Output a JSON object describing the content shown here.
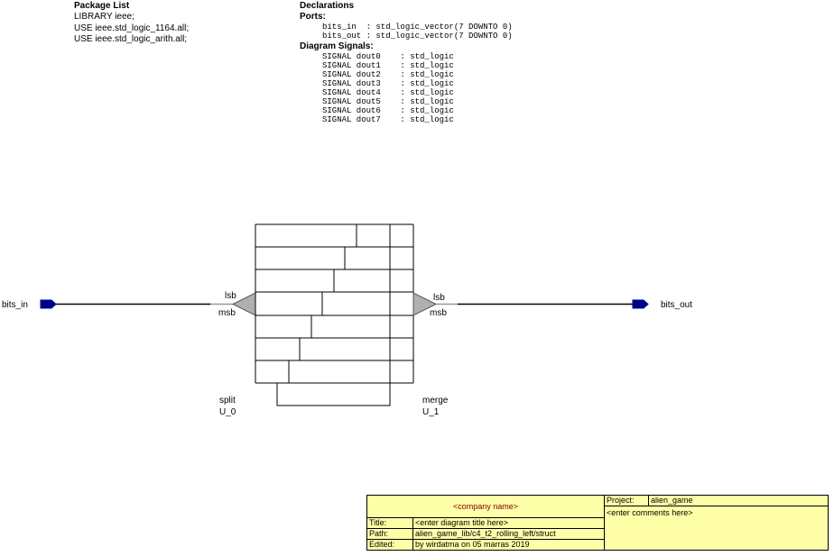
{
  "package_list": {
    "title": "Package List",
    "lines": [
      "LIBRARY ieee;",
      "USE ieee.std_logic_1164.all;",
      "USE ieee.std_logic_arith.all;"
    ]
  },
  "declarations": {
    "title": "Declarations",
    "ports_title": "Ports:",
    "ports": [
      "bits_in  : std_logic_vector(7 DOWNTO 0)",
      "bits_out : std_logic_vector(7 DOWNTO 0)"
    ],
    "signals_title": "Diagram Signals:",
    "signals": [
      "SIGNAL dout0    : std_logic",
      "SIGNAL dout1    : std_logic",
      "SIGNAL dout2    : std_logic",
      "SIGNAL dout3    : std_logic",
      "SIGNAL dout4    : std_logic",
      "SIGNAL dout5    : std_logic",
      "SIGNAL dout6    : std_logic",
      "SIGNAL dout7    : std_logic"
    ]
  },
  "ports": {
    "input": "bits_in",
    "output": "bits_out"
  },
  "split": {
    "name": "split",
    "instance": "U_0",
    "lsb": "lsb",
    "msb": "msb"
  },
  "merge": {
    "name": "merge",
    "instance": "U_1",
    "lsb": "lsb",
    "msb": "msb"
  },
  "colors": {
    "port_fill": "#00008b",
    "ripper_fill": "#b0b0b0",
    "title_block_fill": "#ffffa8",
    "company_text": "#800000"
  },
  "title_block": {
    "company": "<company name>",
    "project_label": "Project:",
    "project_value": "alien_game",
    "comments": "<enter comments here>",
    "title_label": "Title:",
    "title_value": "<enter diagram title here>",
    "path_label": "Path:",
    "path_value": "alien_game_lib/c4_t2_rolling_left/struct",
    "edited_label": "Edited:",
    "edited_value": "by wirdatma on 05 marras 2019"
  }
}
